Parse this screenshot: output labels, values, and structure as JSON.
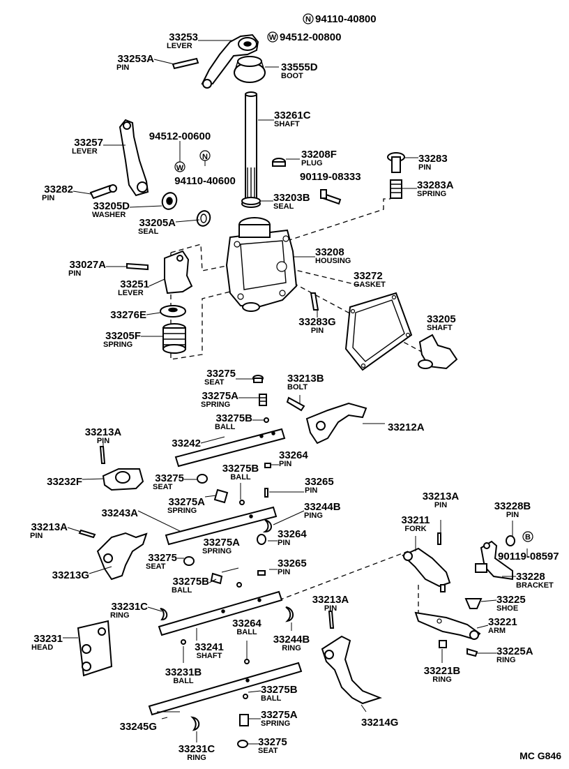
{
  "diagram": {
    "footer": "MC G846",
    "callouts": [
      {
        "symbol": "N",
        "number": "94110-40800",
        "name": ""
      },
      {
        "symbol": "W",
        "number": "94512-00800",
        "name": ""
      },
      {
        "symbol": "",
        "number": "33253",
        "name": "LEVER"
      },
      {
        "symbol": "",
        "number": "33253A",
        "name": "PIN"
      },
      {
        "symbol": "",
        "number": "33555D",
        "name": "BOOT"
      },
      {
        "symbol": "",
        "number": "33261C",
        "name": "SHAFT"
      },
      {
        "symbol": "",
        "number": "33257",
        "name": "LEVER"
      },
      {
        "symbol": "",
        "number": "94512-00600",
        "name": ""
      },
      {
        "symbol": "W",
        "number": "",
        "name": ""
      },
      {
        "symbol": "N",
        "number": "",
        "name": ""
      },
      {
        "symbol": "",
        "number": "94110-40600",
        "name": ""
      },
      {
        "symbol": "",
        "number": "33208F",
        "name": "PLUG"
      },
      {
        "symbol": "",
        "number": "33283",
        "name": "PIN"
      },
      {
        "symbol": "",
        "number": "90119-08333",
        "name": ""
      },
      {
        "symbol": "",
        "number": "33283A",
        "name": "SPRING"
      },
      {
        "symbol": "",
        "number": "33282",
        "name": "PIN"
      },
      {
        "symbol": "",
        "number": "33205D",
        "name": "WASHER"
      },
      {
        "symbol": "",
        "number": "33203B",
        "name": "SEAL"
      },
      {
        "symbol": "",
        "number": "33205A",
        "name": "SEAL"
      },
      {
        "symbol": "",
        "number": "33208",
        "name": "HOUSING"
      },
      {
        "symbol": "",
        "number": "33027A",
        "name": "PIN"
      },
      {
        "symbol": "",
        "number": "33272",
        "name": "GASKET"
      },
      {
        "symbol": "",
        "number": "33251",
        "name": "LEVER"
      },
      {
        "symbol": "",
        "number": "33276E",
        "name": ""
      },
      {
        "symbol": "",
        "number": "33283G",
        "name": "PIN"
      },
      {
        "symbol": "",
        "number": "33205",
        "name": "SHAFT"
      },
      {
        "symbol": "",
        "number": "33205F",
        "name": "SPRING"
      },
      {
        "symbol": "",
        "number": "33275",
        "name": "SEAT"
      },
      {
        "symbol": "",
        "number": "33213B",
        "name": "BOLT"
      },
      {
        "symbol": "",
        "number": "33275A",
        "name": "SPRING"
      },
      {
        "symbol": "",
        "number": "33275B",
        "name": "BALL"
      },
      {
        "symbol": "",
        "number": "33212A",
        "name": ""
      },
      {
        "symbol": "",
        "number": "33213A",
        "name": "PIN"
      },
      {
        "symbol": "",
        "number": "33242",
        "name": ""
      },
      {
        "symbol": "",
        "number": "33264",
        "name": "PIN"
      },
      {
        "symbol": "",
        "number": "33275B",
        "name": "BALL"
      },
      {
        "symbol": "",
        "number": "33232F",
        "name": ""
      },
      {
        "symbol": "",
        "number": "33275",
        "name": "SEAT"
      },
      {
        "symbol": "",
        "number": "33265",
        "name": "PIN"
      },
      {
        "symbol": "",
        "number": "33275A",
        "name": "SPRING"
      },
      {
        "symbol": "",
        "number": "33244B",
        "name": "PING"
      },
      {
        "symbol": "",
        "number": "33243A",
        "name": ""
      },
      {
        "symbol": "",
        "number": "33213A",
        "name": "PIN"
      },
      {
        "symbol": "",
        "number": "33228B",
        "name": "PIN"
      },
      {
        "symbol": "",
        "number": "33211",
        "name": "FORK"
      },
      {
        "symbol": "",
        "number": "33213A",
        "name": "PIN"
      },
      {
        "symbol": "",
        "number": "33264",
        "name": "PIN"
      },
      {
        "symbol": "",
        "number": "33275A",
        "name": "SPRING"
      },
      {
        "symbol": "B",
        "number": "",
        "name": ""
      },
      {
        "symbol": "",
        "number": "90119-08597",
        "name": ""
      },
      {
        "symbol": "",
        "number": "33275",
        "name": "SEAT"
      },
      {
        "symbol": "",
        "number": "33265",
        "name": "PIN"
      },
      {
        "symbol": "",
        "number": "33213G",
        "name": ""
      },
      {
        "symbol": "",
        "number": "33275B",
        "name": "BALL"
      },
      {
        "symbol": "",
        "number": "33228",
        "name": "BRACKET"
      },
      {
        "symbol": "",
        "number": "33225",
        "name": "SHOE"
      },
      {
        "symbol": "",
        "number": "33231C",
        "name": "RING"
      },
      {
        "symbol": "",
        "number": "33213A",
        "name": "PIN"
      },
      {
        "symbol": "",
        "number": "33221",
        "name": "ARM"
      },
      {
        "symbol": "",
        "number": "33264",
        "name": "BALL"
      },
      {
        "symbol": "",
        "number": "33231",
        "name": "HEAD"
      },
      {
        "symbol": "",
        "number": "33244B",
        "name": "RING"
      },
      {
        "symbol": "",
        "number": "33225A",
        "name": "RING"
      },
      {
        "symbol": "",
        "number": "33241",
        "name": "SHAFT"
      },
      {
        "symbol": "",
        "number": "33231B",
        "name": "BALL"
      },
      {
        "symbol": "",
        "number": "33221B",
        "name": "RING"
      },
      {
        "symbol": "",
        "number": "33275B",
        "name": "BALL"
      },
      {
        "symbol": "",
        "number": "33275A",
        "name": "SPRING"
      },
      {
        "symbol": "",
        "number": "33245G",
        "name": ""
      },
      {
        "symbol": "",
        "number": "33214G",
        "name": ""
      },
      {
        "symbol": "",
        "number": "33275",
        "name": "SEAT"
      },
      {
        "symbol": "",
        "number": "33231C",
        "name": "RING"
      }
    ]
  }
}
